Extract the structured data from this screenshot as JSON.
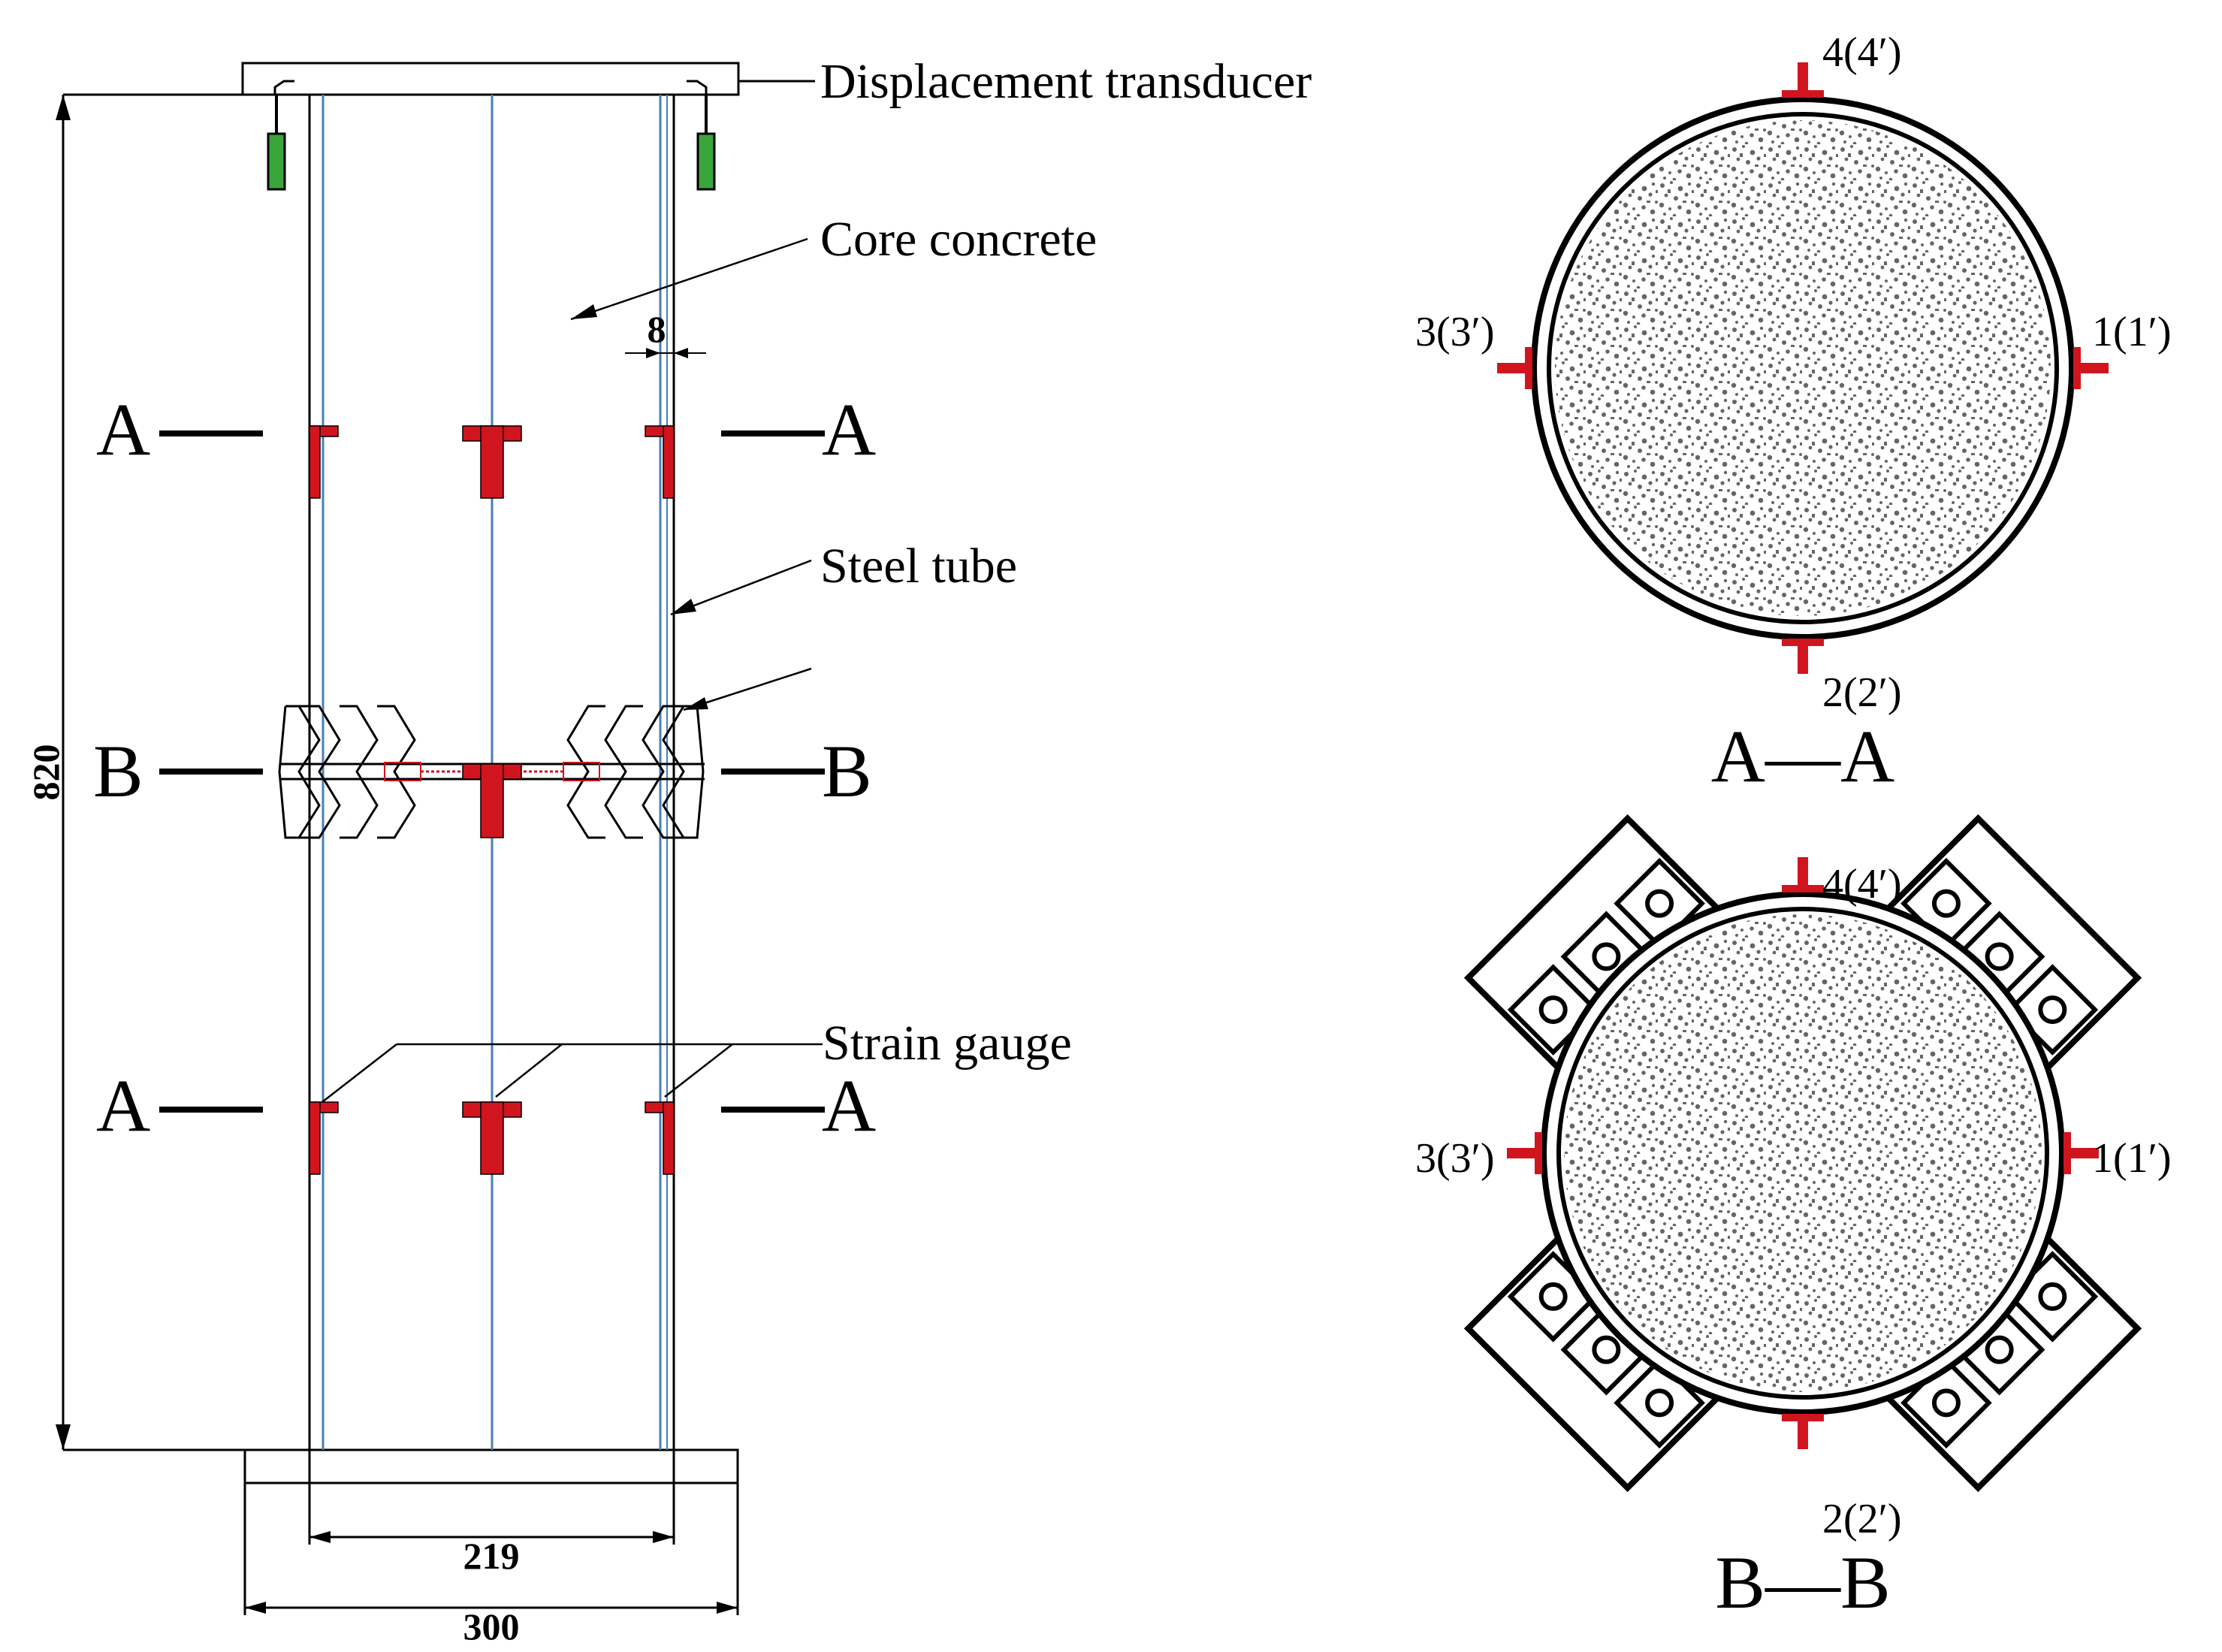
{
  "labels": {
    "displacement_transducer": "Displacement transducer",
    "core_concrete": "Core concrete",
    "steel_tube": "Steel tube",
    "strain_gauge": "Strain gauge"
  },
  "dimensions": {
    "height": "820",
    "thickness": "8",
    "inner_width": "219",
    "base_width": "300"
  },
  "section_marks": {
    "a": "A",
    "b": "B"
  },
  "gauge_numbers": {
    "g1": "1(1′)",
    "g2": "2(2′)",
    "g3": "3(3′)",
    "g4": "4(4′)"
  },
  "section_titles": {
    "aa": "A—A",
    "bb": "B—B"
  },
  "colors": {
    "gauge": "#d0151f",
    "transducer": "#3aa53a",
    "rod": "#4a7fb5",
    "concrete_dot": "#6a6a6a"
  }
}
